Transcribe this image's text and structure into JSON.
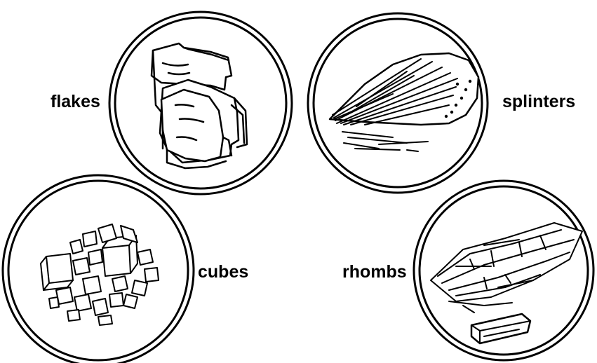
{
  "labels": {
    "flakes": "flakes",
    "splinters": "splinters",
    "cubes": "cubes",
    "rhombs": "rhombs"
  },
  "colors": {
    "ink": "#000000",
    "paper": "#ffffff"
  },
  "icons": {
    "flakes": "flakes-crystal-icon",
    "splinters": "splinters-crystal-icon",
    "cubes": "cubes-crystal-icon",
    "rhombs": "rhombs-crystal-icon"
  }
}
